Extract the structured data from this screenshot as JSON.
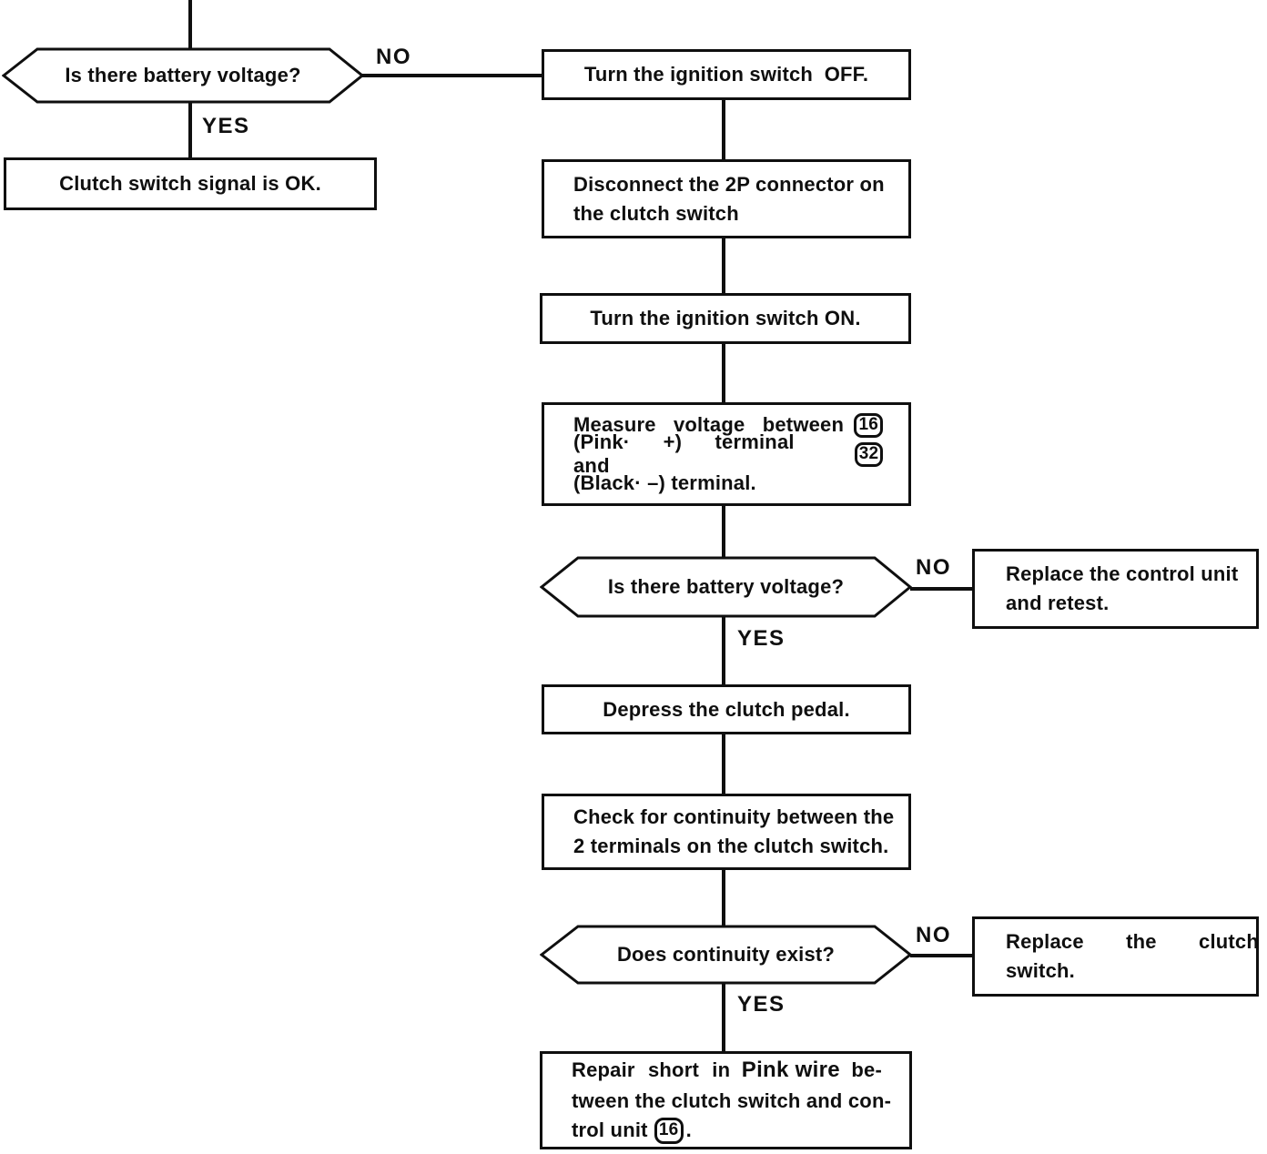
{
  "labels": {
    "yes": "YES",
    "no": "NO"
  },
  "flow": {
    "decision_battery_1": "Is there battery voltage?",
    "signal_ok": "Clutch switch signal is OK.",
    "ignition_off": "Turn the ignition switch  OFF.",
    "disconnect_line1": "Disconnect the 2P connector on",
    "disconnect_line2": "the clutch switch",
    "ignition_on": "Turn the ignition switch ON.",
    "measure_line1": "Measure voltage between",
    "measure_line2": "(Pink· +) terminal and",
    "measure_line3": "(Black· –) terminal.",
    "terminal_16": "16",
    "terminal_32": "32",
    "decision_battery_2": "Is there battery voltage?",
    "replace_unit_line1": "Replace the control unit",
    "replace_unit_line2": "and retest.",
    "depress_pedal": "Depress the clutch pedal.",
    "continuity_line1": "Check for continuity between the",
    "continuity_line2": "2 terminals on the clutch switch.",
    "decision_continuity": "Does continuity exist?",
    "replace_switch_line1": "Replace the clutch",
    "replace_switch_line2": "switch.",
    "repair_line1_a": "Repair short in",
    "repair_line1_b": "Pink wire",
    "repair_line1_c": "be-",
    "repair_line2": "tween the clutch switch and con-",
    "repair_line3_a": "trol unit",
    "repair_terminal": "16",
    "repair_line3_b": "."
  },
  "colors": {
    "ink": "#0f0f0f",
    "paper": "#ffffff"
  }
}
